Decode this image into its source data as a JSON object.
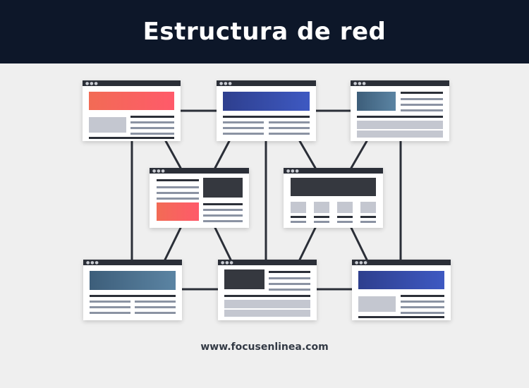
{
  "header": {
    "title": "Estructura de red"
  },
  "footer": {
    "url": "www.focusenlinea.com"
  },
  "colors": {
    "header_bg": "#0d1729",
    "connector": "#2b2f38",
    "accent_red": "#f26b55",
    "accent_blue": "#3e59c2",
    "accent_teal": "#5b84a3"
  },
  "diagram": {
    "nodes": [
      {
        "id": "top-left",
        "theme": "red-banner"
      },
      {
        "id": "top-center",
        "theme": "blue-banner"
      },
      {
        "id": "top-right",
        "theme": "teal-thumb"
      },
      {
        "id": "mid-left",
        "theme": "text-dark-red"
      },
      {
        "id": "mid-right",
        "theme": "dark-banner-grid"
      },
      {
        "id": "bottom-left",
        "theme": "teal-banner"
      },
      {
        "id": "bottom-center",
        "theme": "dark-thumb"
      },
      {
        "id": "bottom-right",
        "theme": "blue-banner"
      }
    ],
    "edges": [
      [
        "top-left",
        "top-center"
      ],
      [
        "top-center",
        "top-right"
      ],
      [
        "top-left",
        "bottom-left"
      ],
      [
        "top-center",
        "bottom-center"
      ],
      [
        "top-right",
        "bottom-right"
      ],
      [
        "top-left",
        "mid-left"
      ],
      [
        "top-center",
        "mid-left"
      ],
      [
        "top-center",
        "mid-right"
      ],
      [
        "top-right",
        "mid-right"
      ],
      [
        "mid-left",
        "bottom-left"
      ],
      [
        "mid-left",
        "bottom-center"
      ],
      [
        "mid-right",
        "bottom-center"
      ],
      [
        "mid-right",
        "bottom-right"
      ],
      [
        "bottom-left",
        "bottom-center"
      ],
      [
        "bottom-center",
        "bottom-right"
      ]
    ]
  }
}
